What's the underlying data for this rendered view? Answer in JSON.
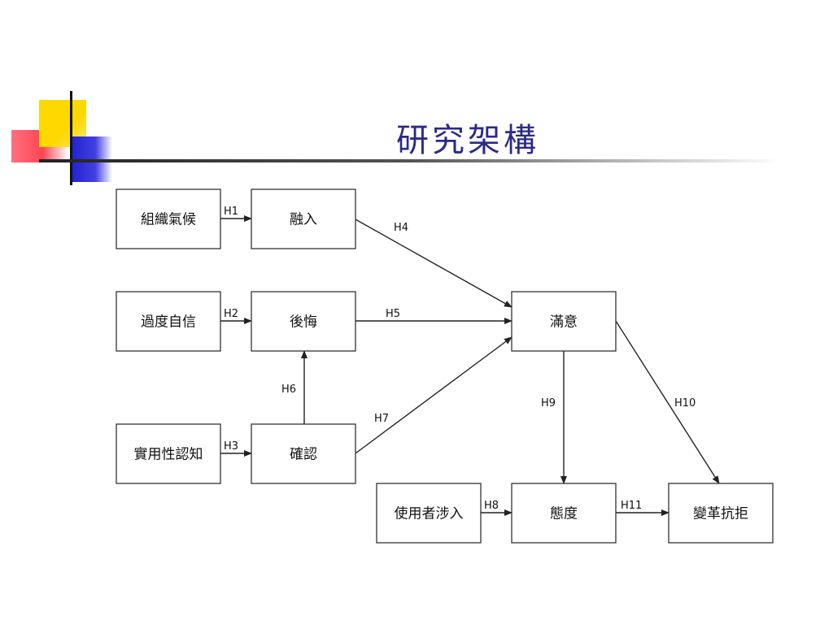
{
  "title": "研究架構",
  "nodes": [
    {
      "id": "org_climate",
      "label": "組織氣候"
    },
    {
      "id": "engagement",
      "label": "融入"
    },
    {
      "id": "overconfidence",
      "label": "過度自信"
    },
    {
      "id": "regret",
      "label": "後悔"
    },
    {
      "id": "perceived_usefulness",
      "label": "實用性認知"
    },
    {
      "id": "confirmation",
      "label": "確認"
    },
    {
      "id": "satisfaction",
      "label": "滿意"
    },
    {
      "id": "user_involvement",
      "label": "使用者涉入"
    },
    {
      "id": "attitude",
      "label": "態度"
    },
    {
      "id": "resistance_to_change",
      "label": "變革抗拒"
    }
  ],
  "edges": [
    {
      "from": "org_climate",
      "to": "engagement",
      "label": "H1"
    },
    {
      "from": "overconfidence",
      "to": "regret",
      "label": "H2"
    },
    {
      "from": "perceived_usefulness",
      "to": "confirmation",
      "label": "H3"
    },
    {
      "from": "engagement",
      "to": "satisfaction",
      "label": "H4"
    },
    {
      "from": "regret",
      "to": "satisfaction",
      "label": "H5"
    },
    {
      "from": "confirmation",
      "to": "regret",
      "label": "H6"
    },
    {
      "from": "confirmation",
      "to": "satisfaction",
      "label": "H7"
    },
    {
      "from": "user_involvement",
      "to": "attitude",
      "label": "H8"
    },
    {
      "from": "satisfaction",
      "to": "attitude",
      "label": "H9"
    },
    {
      "from": "satisfaction",
      "to": "resistance_to_change",
      "label": "H10"
    },
    {
      "from": "attitude",
      "to": "resistance_to_change",
      "label": "H11"
    }
  ]
}
